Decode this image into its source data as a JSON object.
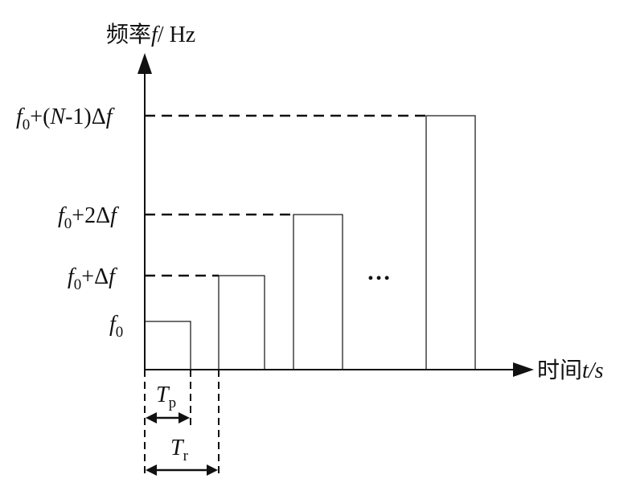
{
  "y_axis": {
    "label_cn": "频率",
    "label_var": "f",
    "label_unit": "/ Hz"
  },
  "x_axis": {
    "label_cn": "时间",
    "label_var": "t/s"
  },
  "levels": [
    {
      "base": "f",
      "sub": "0",
      "rest": ""
    },
    {
      "base": "f",
      "sub": "0",
      "rest": "+Δ",
      "var": "f"
    },
    {
      "base": "f",
      "sub": "0",
      "rest": "+2Δ",
      "var": "f"
    },
    {
      "base": "f",
      "sub": "0",
      "rest": "+(",
      "N": "N",
      "rest2": "-1)Δ",
      "var": "f"
    }
  ],
  "ellipsis": "…",
  "tp": {
    "base": "T",
    "sub": "p"
  },
  "tr": {
    "base": "T",
    "sub": "r"
  }
}
